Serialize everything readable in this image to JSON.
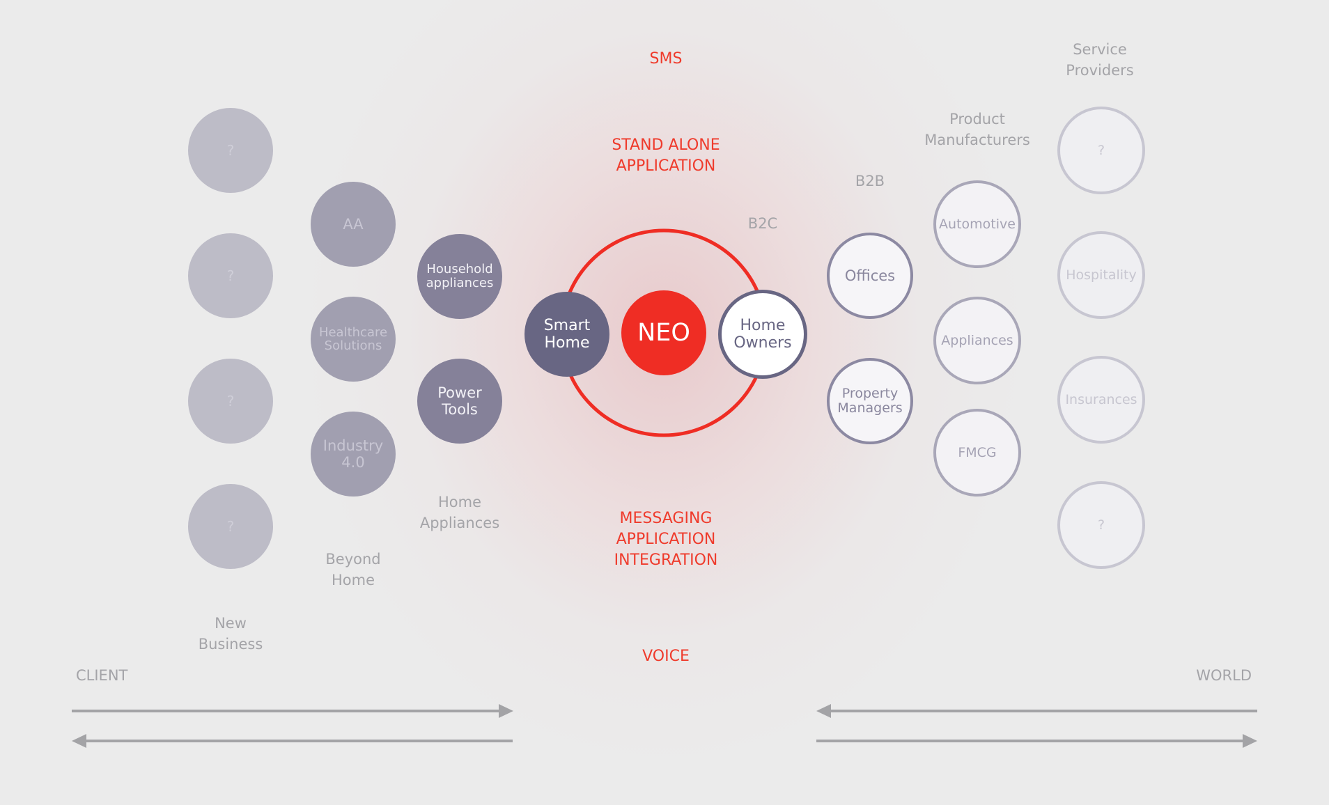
{
  "channels": {
    "sms": "SMS",
    "standalone": "STAND ALONE\nAPPLICATION",
    "messaging": "MESSAGING\nAPPLICATION\nINTEGRATION",
    "voice": "VOICE"
  },
  "center": {
    "neo": "NEO",
    "smart_home": "Smart\nHome",
    "home_owners": "Home\nOwners",
    "b2c": "B2C",
    "b2b": "B2B"
  },
  "left": {
    "new_business": {
      "label": "New\nBusiness",
      "nodes": [
        "?",
        "?",
        "?",
        "?"
      ]
    },
    "beyond_home": {
      "label": "Beyond\nHome",
      "nodes": [
        "AA",
        "Healthcare\nSolutions",
        "Industry\n4.0"
      ]
    },
    "home_appliances": {
      "label": "Home\nAppliances",
      "nodes": [
        "Household\nappliances",
        "Power\nTools"
      ]
    }
  },
  "right": {
    "b2b_nodes": [
      "Offices",
      "Property\nManagers"
    ],
    "product_manufacturers": {
      "label": "Product\nManufacturers",
      "nodes": [
        "Automotive",
        "Appliances",
        "FMCG"
      ]
    },
    "service_providers": {
      "label": "Service\nProviders",
      "nodes": [
        "?",
        "Hospitality",
        "Insurances",
        "?"
      ]
    }
  },
  "flow": {
    "client": "CLIENT",
    "world": "WORLD"
  },
  "colors": {
    "accent_red": "#ef2d24",
    "dark_node": "#686683",
    "label_grey": "#a4a4a8"
  }
}
